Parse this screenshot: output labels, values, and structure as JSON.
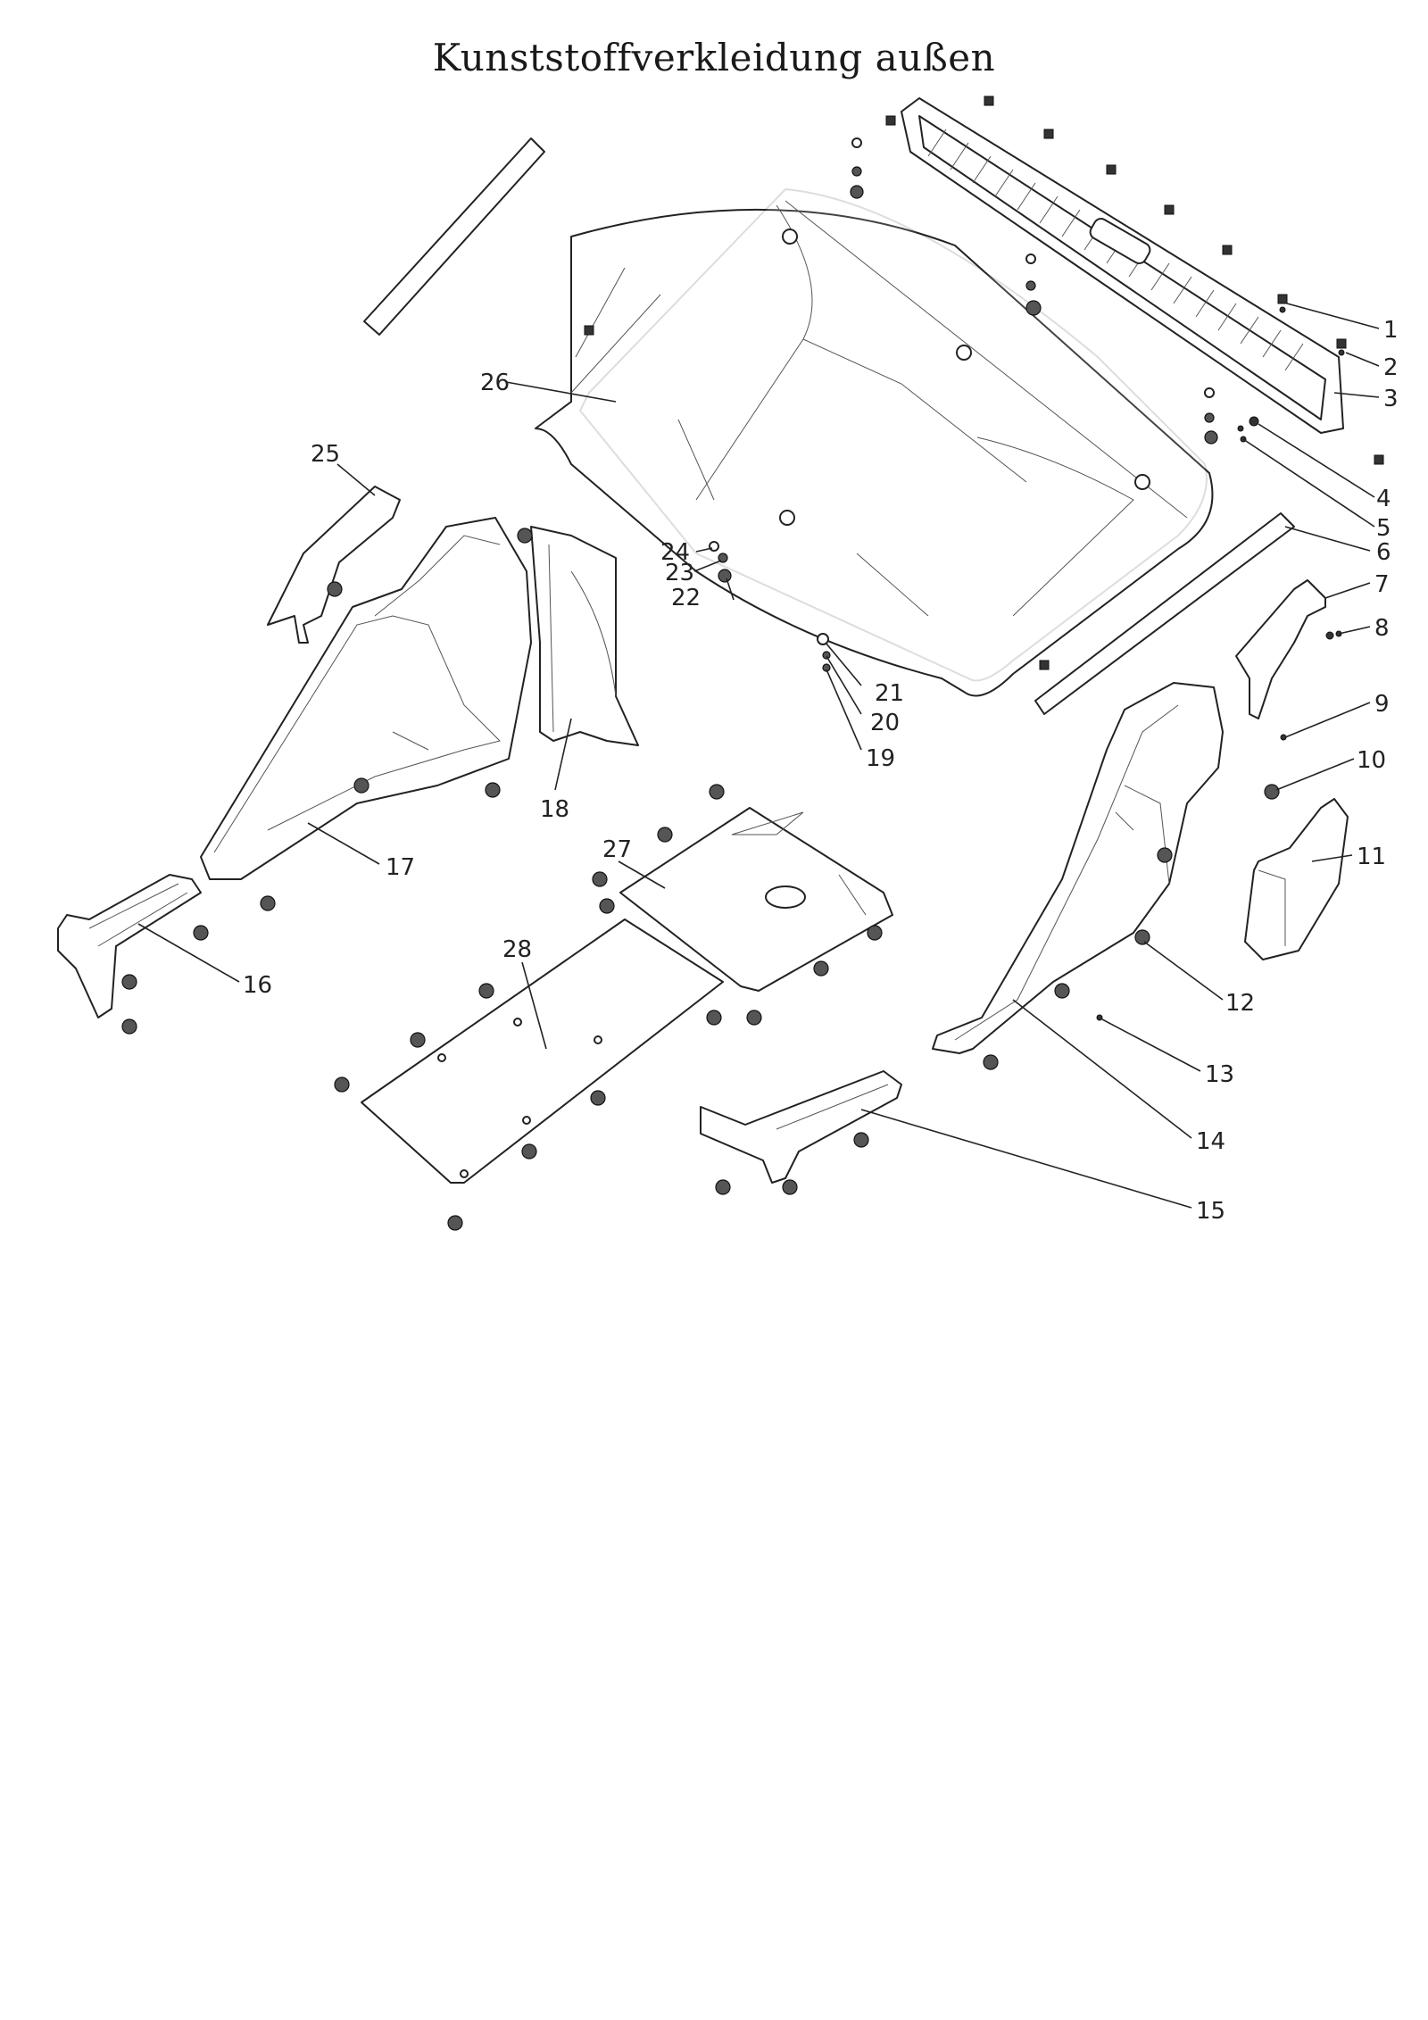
{
  "title": "Kunststoffverkleidung außen",
  "callouts": [
    {
      "id": "1",
      "label": "1"
    },
    {
      "id": "2",
      "label": "2"
    },
    {
      "id": "3",
      "label": "3"
    },
    {
      "id": "4",
      "label": "4"
    },
    {
      "id": "5",
      "label": "5"
    },
    {
      "id": "6",
      "label": "6"
    },
    {
      "id": "7",
      "label": "7"
    },
    {
      "id": "8",
      "label": "8"
    },
    {
      "id": "9",
      "label": "9"
    },
    {
      "id": "10",
      "label": "10"
    },
    {
      "id": "11",
      "label": "11"
    },
    {
      "id": "12",
      "label": "12"
    },
    {
      "id": "13",
      "label": "13"
    },
    {
      "id": "14",
      "label": "14"
    },
    {
      "id": "15",
      "label": "15"
    },
    {
      "id": "16",
      "label": "16"
    },
    {
      "id": "17",
      "label": "17"
    },
    {
      "id": "18",
      "label": "18"
    },
    {
      "id": "19",
      "label": "19"
    },
    {
      "id": "20",
      "label": "20"
    },
    {
      "id": "21",
      "label": "21"
    },
    {
      "id": "22",
      "label": "22"
    },
    {
      "id": "23",
      "label": "23"
    },
    {
      "id": "24",
      "label": "24"
    },
    {
      "id": "25",
      "label": "25"
    },
    {
      "id": "26",
      "label": "26"
    },
    {
      "id": "27",
      "label": "27"
    },
    {
      "id": "28",
      "label": "28"
    }
  ]
}
